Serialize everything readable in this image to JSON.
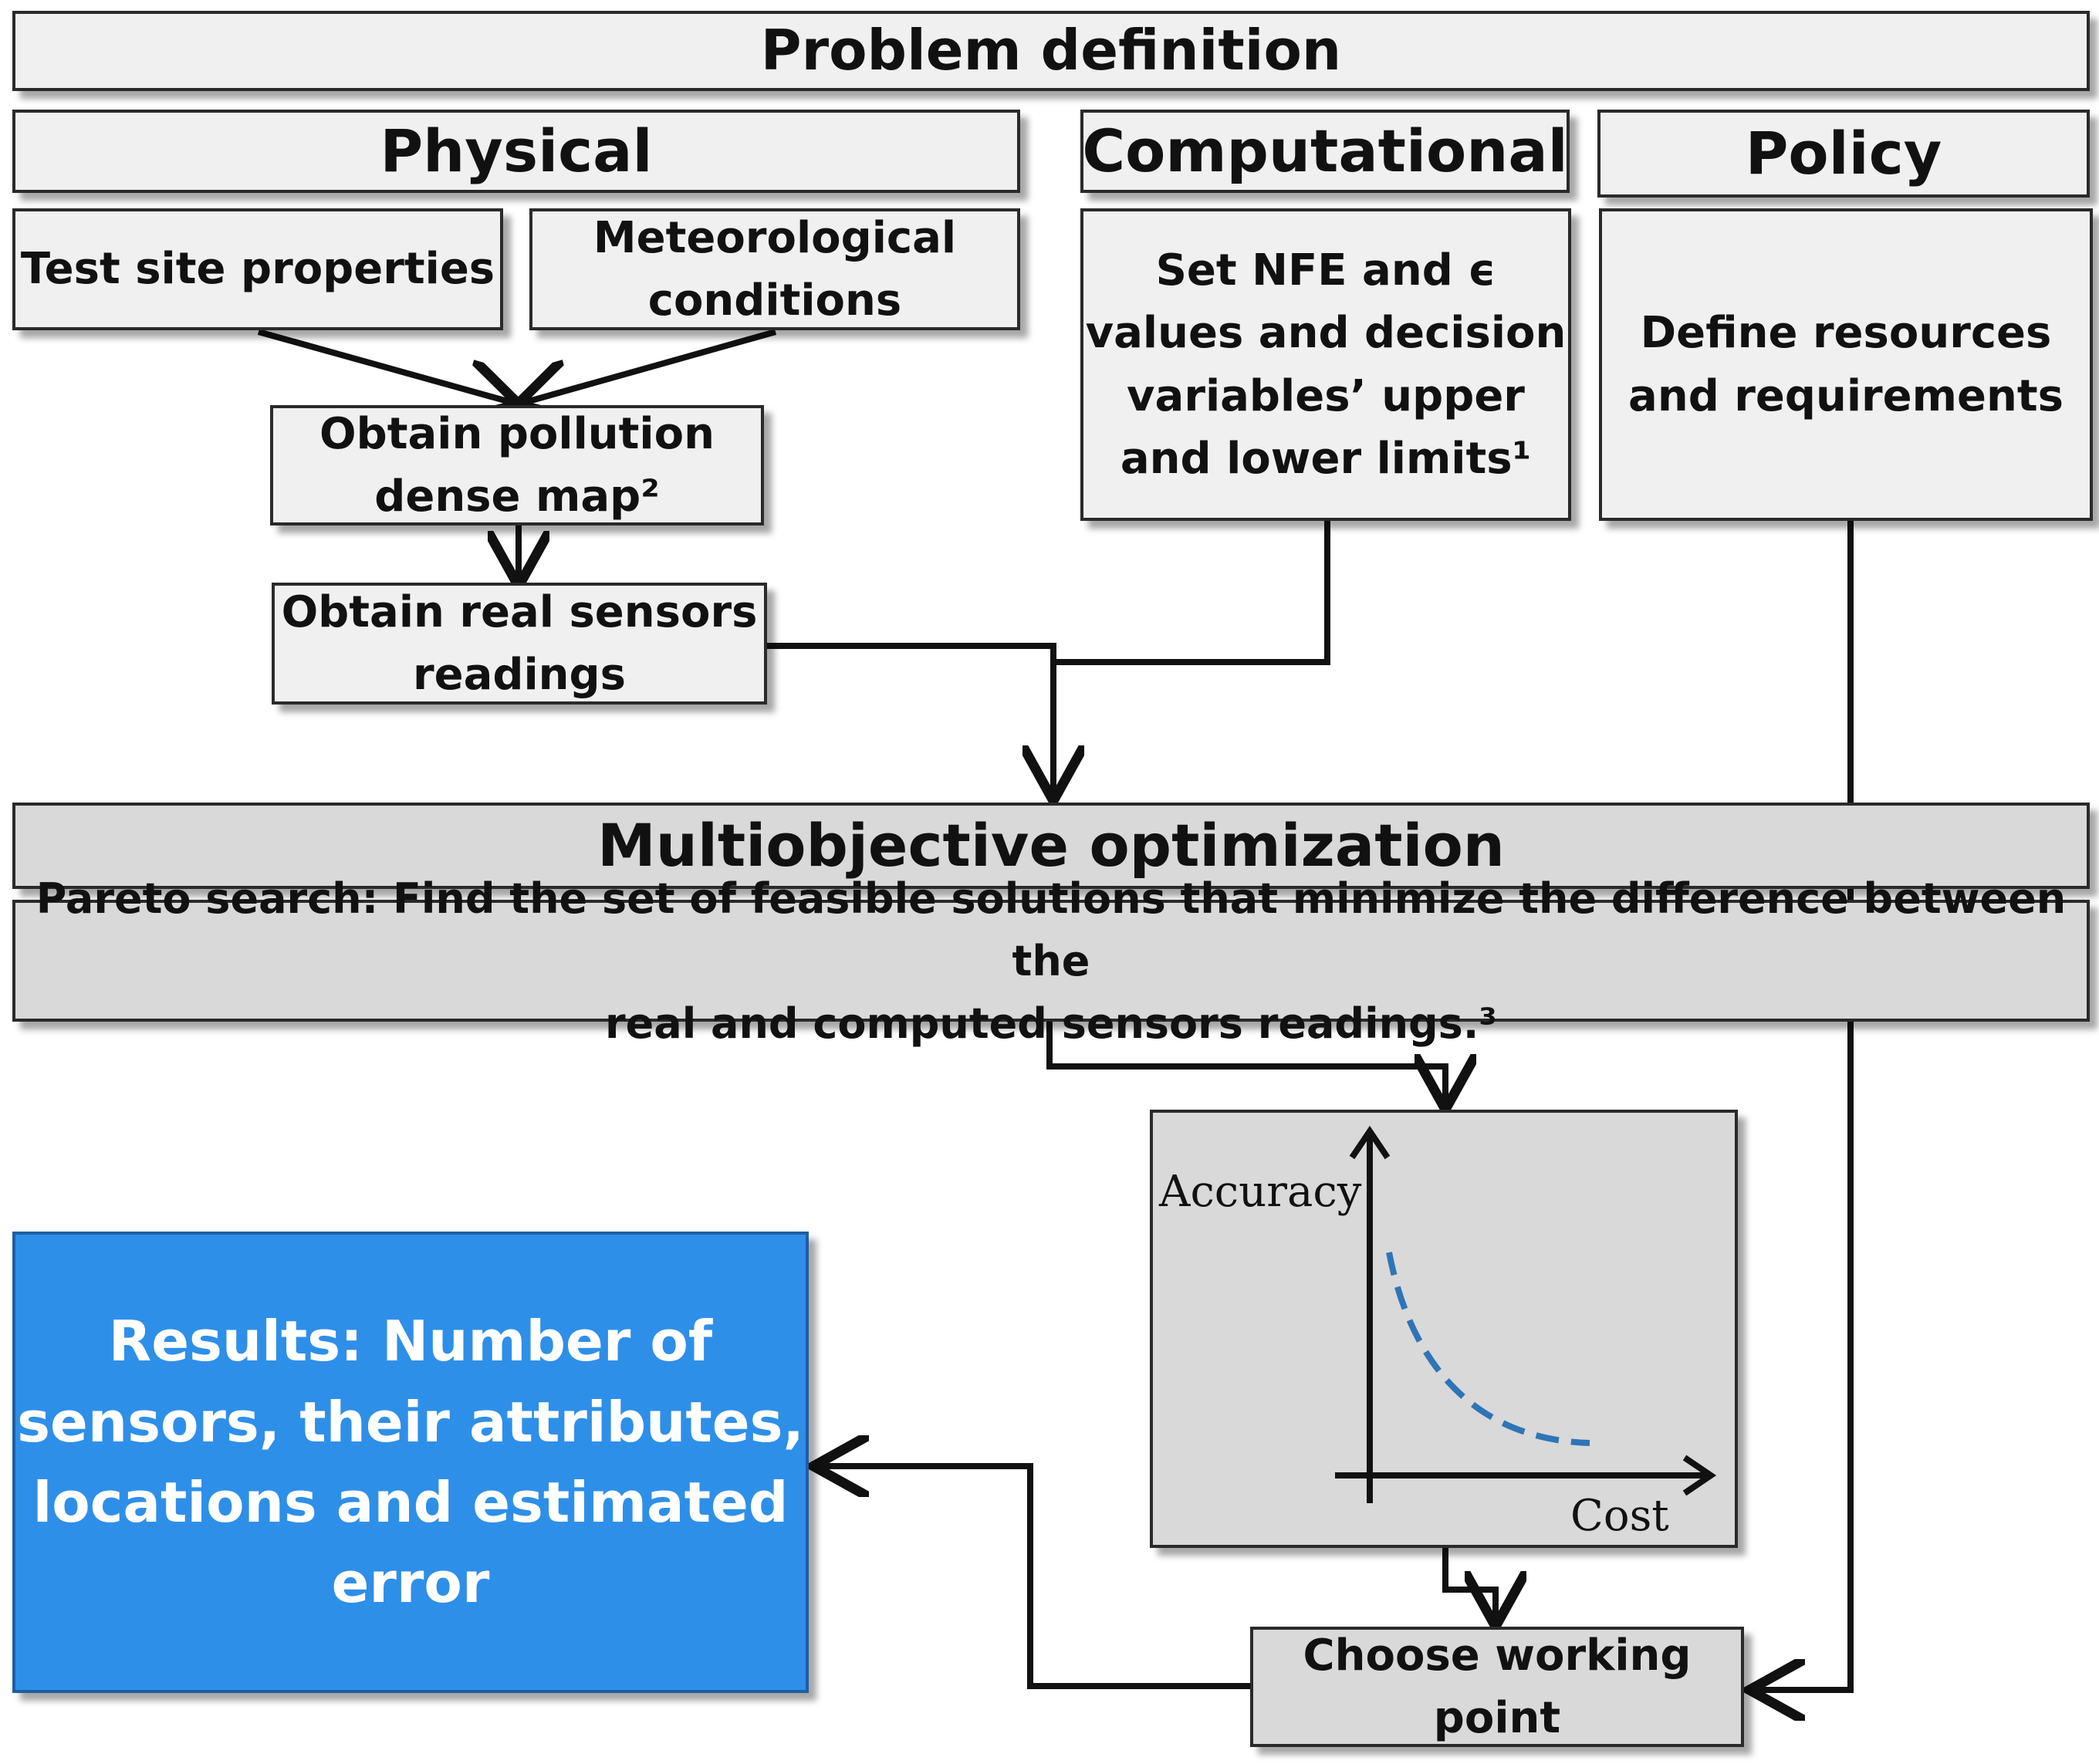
{
  "header": {
    "title": "Problem definition"
  },
  "columns": {
    "physical": "Physical",
    "computational": "Computational",
    "policy": "Policy"
  },
  "physical": {
    "test_site": "Test site properties",
    "meteorological": "Meteorological\nconditions",
    "pollution_map": "Obtain pollution\ndense map²",
    "sensor_readings": "Obtain real sensors\nreadings"
  },
  "computational": {
    "settings": "Set NFE and ϵ\nvalues and decision\nvariables’ upper\nand lower limits¹"
  },
  "policy": {
    "resources": "Define resources\nand requirements"
  },
  "optimization": {
    "title": "Multiobjective optimization",
    "pareto": "Pareto search: Find the set of feasible solutions that minimize the difference between the\nreal and computed sensors readings.³"
  },
  "chart": {
    "ylabel": "Accuracy",
    "xlabel": "Cost",
    "curve_color": "#2e75b6"
  },
  "working_point": "Choose working\npoint",
  "results": "Results: Number of\nsensors, their attributes,\nlocations and estimated\nerror",
  "colors": {
    "box_light": "#f0f0f0",
    "box_gray": "#d9d9d9",
    "results_blue": "#2e8fe8"
  }
}
